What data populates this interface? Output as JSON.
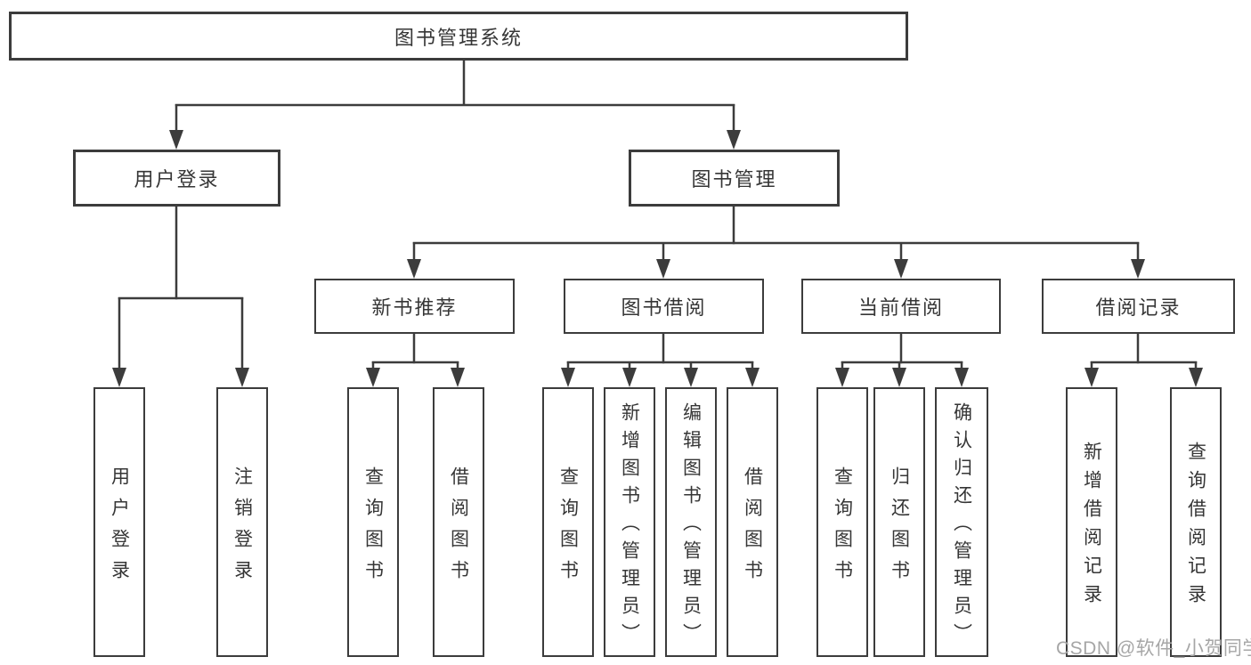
{
  "colors": {
    "line": "#3c3c3c",
    "box_border": "#3c3c3c",
    "text": "#363636",
    "background": "#ffffff",
    "watermark": "#a6a6a6"
  },
  "tree": {
    "root": {
      "label": "图书管理系统"
    },
    "branches": [
      {
        "label": "用户登录",
        "children": [
          {
            "label": "用户登录"
          },
          {
            "label": "注销登录"
          }
        ]
      },
      {
        "label": "图书管理",
        "groups": [
          {
            "label": "新书推荐",
            "children": [
              {
                "label": "查询图书"
              },
              {
                "label": "借阅图书"
              }
            ]
          },
          {
            "label": "图书借阅",
            "children": [
              {
                "label": "查询图书"
              },
              {
                "label": "新增图书（管理员）"
              },
              {
                "label": "编辑图书（管理员）"
              },
              {
                "label": "借阅图书"
              }
            ]
          },
          {
            "label": "当前借阅",
            "children": [
              {
                "label": "查询图书"
              },
              {
                "label": "归还图书"
              },
              {
                "label": "确认归还（管理员）"
              }
            ]
          },
          {
            "label": "借阅记录",
            "children": [
              {
                "label": "新增借阅记录"
              },
              {
                "label": "查询借阅记录"
              }
            ]
          }
        ]
      }
    ]
  },
  "watermark": {
    "text": "CSDN @软件_小贺同学"
  }
}
